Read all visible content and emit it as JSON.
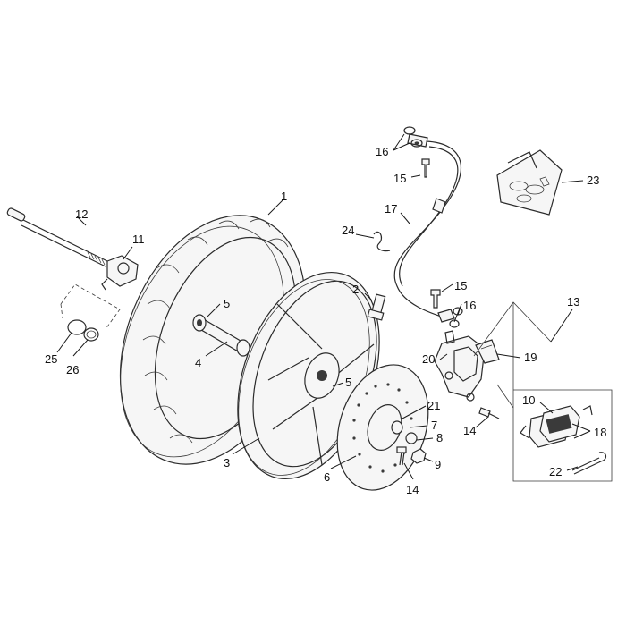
{
  "callouts": [
    {
      "id": "c1",
      "text": "1"
    },
    {
      "id": "c2",
      "text": "2"
    },
    {
      "id": "c3",
      "text": "3"
    },
    {
      "id": "c4",
      "text": "4"
    },
    {
      "id": "c5a",
      "text": "5"
    },
    {
      "id": "c5b",
      "text": "5"
    },
    {
      "id": "c6",
      "text": "6"
    },
    {
      "id": "c7",
      "text": "7"
    },
    {
      "id": "c8",
      "text": "8"
    },
    {
      "id": "c9",
      "text": "9"
    },
    {
      "id": "c10",
      "text": "10"
    },
    {
      "id": "c11",
      "text": "11"
    },
    {
      "id": "c12",
      "text": "12"
    },
    {
      "id": "c13",
      "text": "13"
    },
    {
      "id": "c14a",
      "text": "14"
    },
    {
      "id": "c14b",
      "text": "14"
    },
    {
      "id": "c15a",
      "text": "15"
    },
    {
      "id": "c15b",
      "text": "15"
    },
    {
      "id": "c16a",
      "text": "16"
    },
    {
      "id": "c16b",
      "text": "16"
    },
    {
      "id": "c17",
      "text": "17"
    },
    {
      "id": "c18",
      "text": "18"
    },
    {
      "id": "c19",
      "text": "19"
    },
    {
      "id": "c20",
      "text": "20"
    },
    {
      "id": "c21",
      "text": "21"
    },
    {
      "id": "c22",
      "text": "22"
    },
    {
      "id": "c23",
      "text": "23"
    },
    {
      "id": "c24",
      "text": "24"
    },
    {
      "id": "c25",
      "text": "25"
    },
    {
      "id": "c26",
      "text": "26"
    }
  ],
  "colors": {
    "line": "#2b2b2b",
    "background": "#ffffff"
  }
}
